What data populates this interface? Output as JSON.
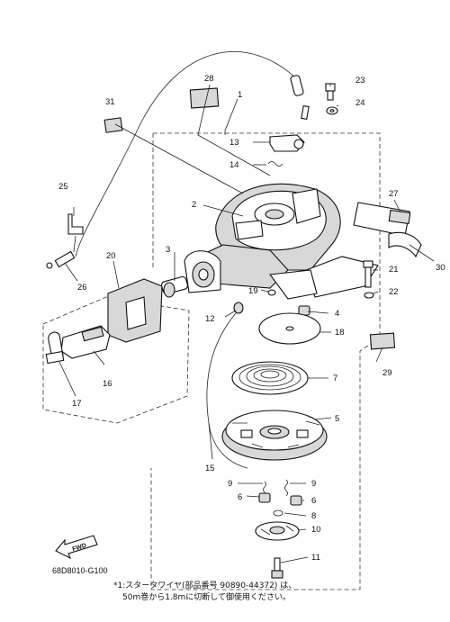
{
  "callouts": [
    {
      "id": "1",
      "label": "1"
    },
    {
      "id": "2",
      "label": "2"
    },
    {
      "id": "3",
      "label": "3"
    },
    {
      "id": "4",
      "label": "4"
    },
    {
      "id": "5",
      "label": "5"
    },
    {
      "id": "6a",
      "label": "6"
    },
    {
      "id": "6b",
      "label": "6"
    },
    {
      "id": "7",
      "label": "7"
    },
    {
      "id": "8",
      "label": "8"
    },
    {
      "id": "9a",
      "label": "9"
    },
    {
      "id": "9b",
      "label": "9"
    },
    {
      "id": "10",
      "label": "10"
    },
    {
      "id": "11",
      "label": "11"
    },
    {
      "id": "12",
      "label": "12"
    },
    {
      "id": "13",
      "label": "13"
    },
    {
      "id": "14",
      "label": "14"
    },
    {
      "id": "15",
      "label": "15"
    },
    {
      "id": "16",
      "label": "16"
    },
    {
      "id": "17",
      "label": "17"
    },
    {
      "id": "18",
      "label": "18"
    },
    {
      "id": "19",
      "label": "19"
    },
    {
      "id": "20",
      "label": "20"
    },
    {
      "id": "21",
      "label": "21"
    },
    {
      "id": "22",
      "label": "22"
    },
    {
      "id": "23",
      "label": "23"
    },
    {
      "id": "24",
      "label": "24"
    },
    {
      "id": "25",
      "label": "25"
    },
    {
      "id": "26",
      "label": "26"
    },
    {
      "id": "27",
      "label": "27"
    },
    {
      "id": "28",
      "label": "28"
    },
    {
      "id": "29",
      "label": "29"
    },
    {
      "id": "30",
      "label": "30"
    },
    {
      "id": "31",
      "label": "31"
    }
  ],
  "fwd_label": "FWD",
  "drawing_id": "68D8010-G100",
  "note": {
    "line1": "*1:スタータワイヤ(部品番号 90890-44372) は、",
    "line2": "50m巻から1.8mに切断して御使用ください。"
  }
}
